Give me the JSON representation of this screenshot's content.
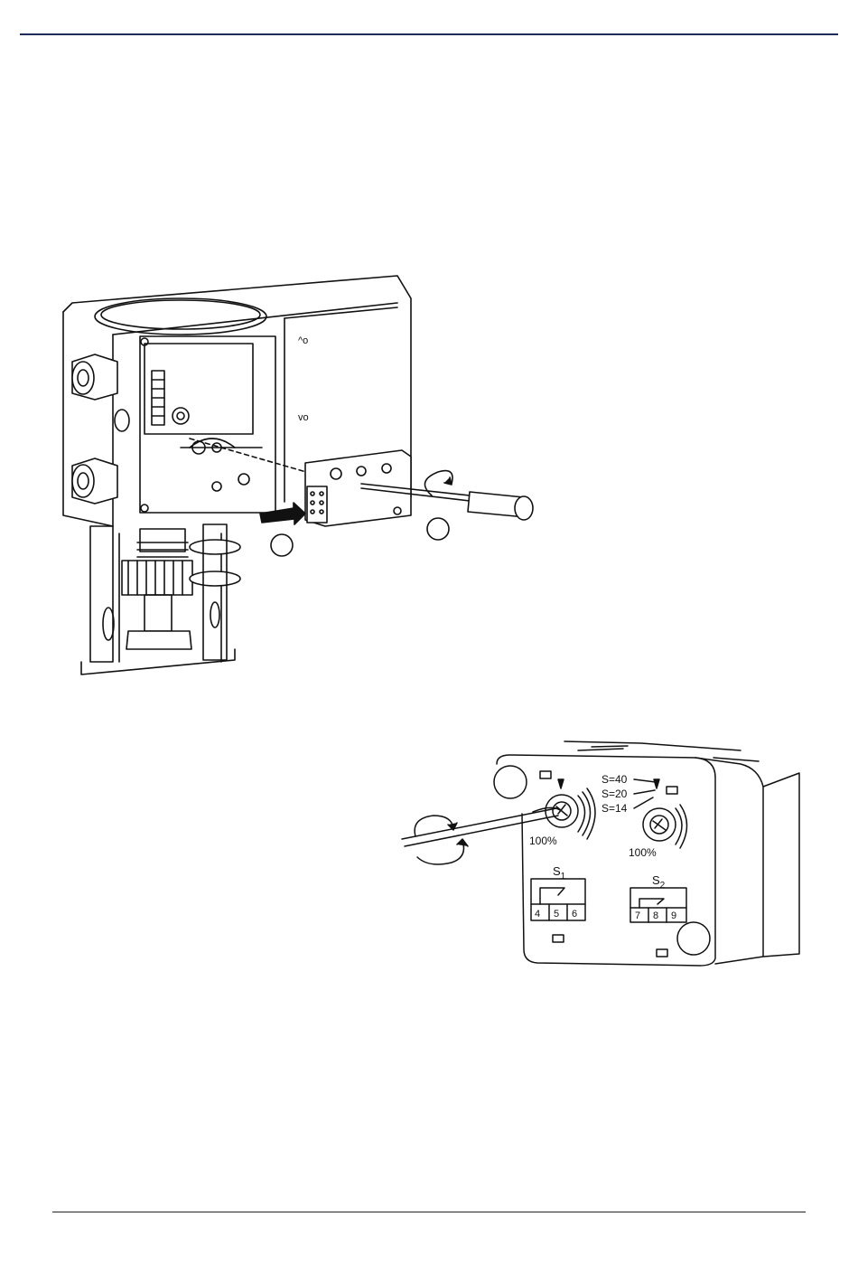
{
  "figure_assembly": {
    "panel_marks": [
      "^o",
      "vo"
    ],
    "callouts": [
      "",
      ""
    ]
  },
  "figure_switch_module": {
    "scale_marks": [
      "S=40",
      "S=20",
      "S=14"
    ],
    "dial_left_label": "100%",
    "dial_right_label": "100%",
    "switch_s1": {
      "name": "S",
      "sub": "1",
      "terminals": [
        "4",
        "5",
        "6"
      ]
    },
    "switch_s2": {
      "name": "S",
      "sub": "2",
      "terminals": [
        "7",
        "8",
        "9"
      ]
    }
  }
}
